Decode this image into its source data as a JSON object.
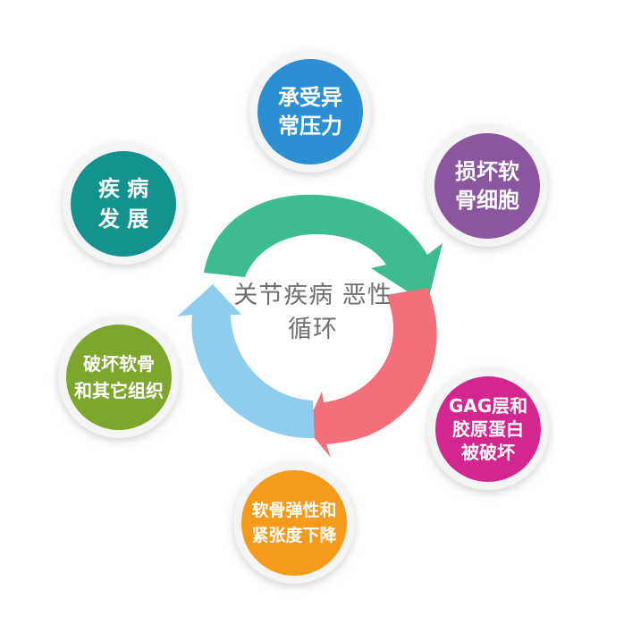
{
  "center": {
    "line1": "关节疾病",
    "line2": "恶性循环"
  },
  "colors": {
    "arrow_green": "#3dbc8f",
    "arrow_pink": "#f3707a",
    "arrow_blue": "#8fcdef",
    "blue": "#2d8fd3",
    "purple": "#8c559f",
    "magenta": "#d3278f",
    "orange": "#f59a1b",
    "olive": "#7ea52c",
    "teal": "#139290"
  },
  "nodes": {
    "pressure": {
      "line1": "承受异",
      "line2": "常压力"
    },
    "cells": {
      "line1": "损坏软",
      "line2": "骨细胞"
    },
    "gag": {
      "line1": "GAG层和",
      "line2": "胶原蛋白",
      "line3": "被破坏"
    },
    "elasticity": {
      "line1": "软骨弹性和",
      "line2": "紧张度下降"
    },
    "tissue": {
      "line1": "破坏软骨",
      "line2": "和其它组织"
    },
    "disease": {
      "line1": "疾 病",
      "line2": "发 展"
    }
  }
}
